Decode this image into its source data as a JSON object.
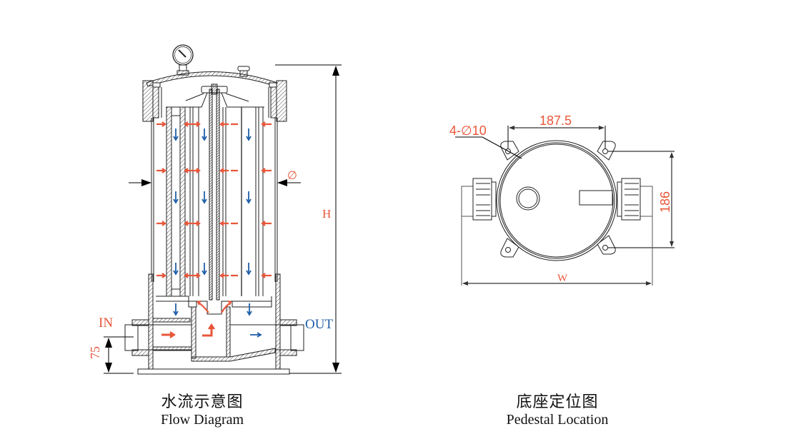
{
  "colors": {
    "inflow": "#e8563a",
    "outflow": "#1f5fa8",
    "line": "#222222",
    "dim_text": "#e8563a"
  },
  "flow_diagram": {
    "caption_cn": "水流示意图",
    "caption_en": "Flow Diagram",
    "labels": {
      "inlet": "IN",
      "outlet": "OUT",
      "height": "H",
      "diameter": "∅",
      "inlet_height": "75"
    },
    "parts": [
      "pressure-gauge",
      "vent-valve",
      "domed-lid",
      "housing",
      "filter-cartridges",
      "center-rod",
      "inlet-pipe",
      "outlet-pipe",
      "base-flange"
    ]
  },
  "pedestal_location": {
    "caption_cn": "底座定位图",
    "caption_en": "Pedestal Location",
    "labels": {
      "hole_spec": "4-∅10",
      "hole_spacing_x": "187.5",
      "hole_spacing_y": "186",
      "width": "W"
    }
  }
}
